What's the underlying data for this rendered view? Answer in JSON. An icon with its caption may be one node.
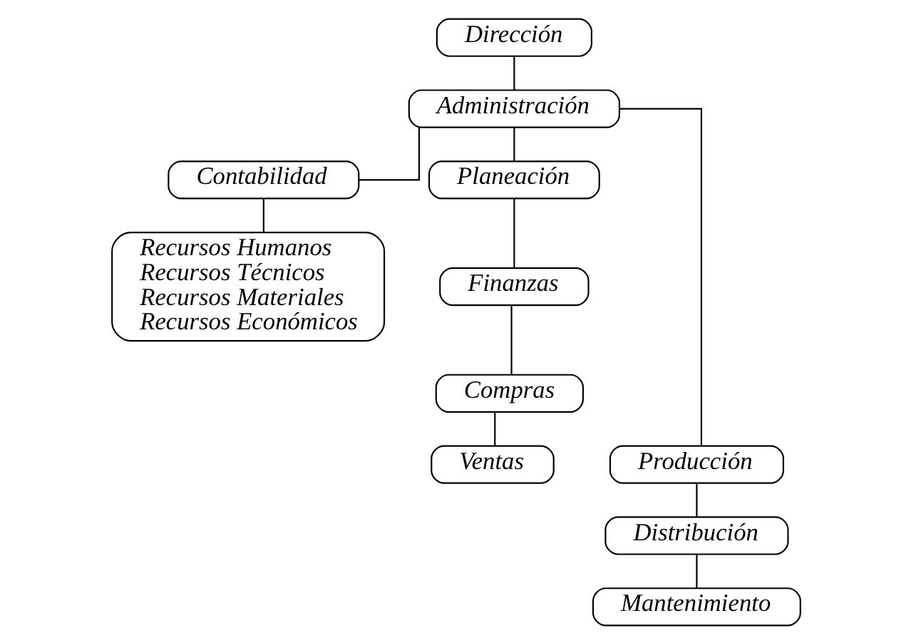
{
  "diagram": {
    "nodes": [
      {
        "text": [
          "Dirección"
        ]
      },
      {
        "text": [
          "Administración"
        ]
      },
      {
        "text": [
          "Contabilidad"
        ]
      },
      {
        "text": [
          "Planeación"
        ]
      },
      {
        "text": [
          "Recursos Humanos",
          "Recursos Técnicos",
          "Recursos Materiales",
          "Recursos Económicos"
        ]
      },
      {
        "text": [
          "Finanzas"
        ]
      },
      {
        "text": [
          "Compras"
        ]
      },
      {
        "text": [
          "Ventas"
        ]
      },
      {
        "text": [
          "Producción"
        ]
      },
      {
        "text": [
          "Distribución"
        ]
      },
      {
        "text": [
          "Mantenimiento"
        ]
      }
    ],
    "edges": [
      {
        "from": 0,
        "to": 1,
        "arrow": "none"
      },
      {
        "from": 1,
        "to": 2,
        "arrow": "none"
      },
      {
        "from": 1,
        "to": 3,
        "arrow": "none"
      },
      {
        "from": 1,
        "to": 8,
        "arrow": "none"
      },
      {
        "from": 2,
        "to": 4,
        "arrow": "none"
      },
      {
        "from": 3,
        "to": 5,
        "arrow": "none"
      },
      {
        "from": 5,
        "to": 6,
        "arrow": "none"
      },
      {
        "from": 6,
        "to": 7,
        "arrow": "none"
      },
      {
        "from": 8,
        "to": 9,
        "arrow": "none"
      },
      {
        "from": 9,
        "to": 10,
        "arrow": "none"
      }
    ]
  }
}
